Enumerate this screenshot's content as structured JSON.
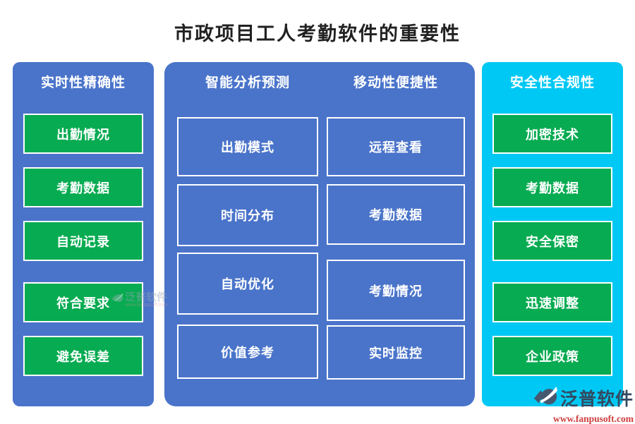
{
  "title": "市政项目工人考勤软件的重要性",
  "colors": {
    "panel_blue": "#4A74CA",
    "panel_cyan": "#00C8F4",
    "button_green": "#07AB51",
    "title_text": "#212121",
    "logo_navy": "#33495F",
    "logo_red": "#CF3C3C"
  },
  "panels": {
    "left": {
      "header": "实时性精确性",
      "items": [
        "出勤情况",
        "考勤数据",
        "自动记录",
        "符合要求",
        "避免误差"
      ]
    },
    "middle": {
      "headers": [
        "智能分析预测",
        "移动性便捷性"
      ],
      "col1": [
        "出勤模式",
        "时间分布",
        "自动优化",
        "价值参考"
      ],
      "col2": [
        "远程查看",
        "考勤数据",
        "考勤情况",
        "实时监控"
      ]
    },
    "right": {
      "header": "安全性合规性",
      "items": [
        "加密技术",
        "考勤数据",
        "安全保密",
        "迅速调整",
        "企业政策"
      ]
    }
  },
  "watermark": {
    "text": "泛普软件",
    "url": "www.fanpusoft.com"
  },
  "logo": {
    "name": "泛普软件",
    "url": "www.fanpusoft.com"
  }
}
